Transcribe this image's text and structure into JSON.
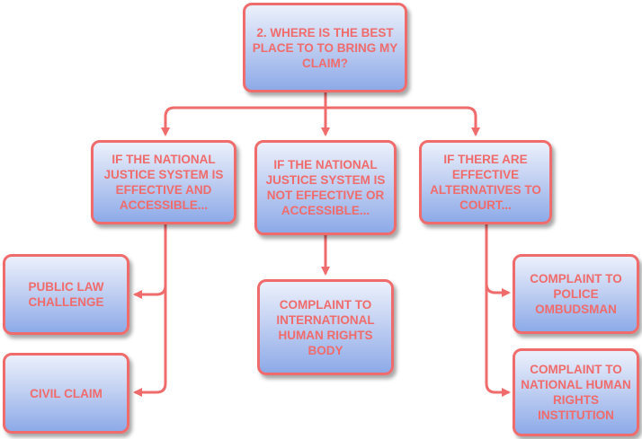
{
  "diagram": {
    "root": "2. WHERE IS THE BEST PLACE TO TO BRING MY CLAIM?",
    "branches": [
      {
        "label": "IF THE NATIONAL JUSTICE SYSTEM IS EFFECTIVE AND ACCESSIBLE...",
        "children": [
          "PUBLIC LAW CHALLENGE",
          "CIVIL CLAIM"
        ]
      },
      {
        "label": "IF THE NATIONAL JUSTICE SYSTEM IS NOT EFFECTIVE OR ACCESSIBLE...",
        "children": [
          "COMPLAINT TO INTERNATIONAL HUMAN RIGHTS BODY"
        ]
      },
      {
        "label": "IF THERE ARE EFFECTIVE ALTERNATIVES TO COURT...",
        "children": [
          "COMPLAINT TO POLICE OMBUDSMAN",
          "COMPLAINT TO NATIONAL HUMAN RIGHTS INSTITUTION"
        ]
      }
    ],
    "colors": {
      "stroke": "#f06b6b",
      "text": "#f06b6b",
      "fill_top": "#ebf0fb",
      "fill_bottom": "#8daae8"
    }
  }
}
